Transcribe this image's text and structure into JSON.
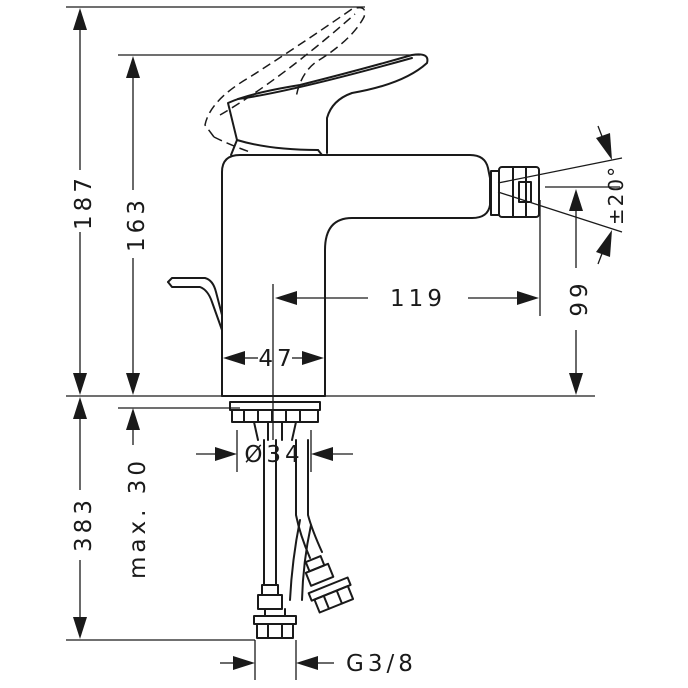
{
  "dimensions": {
    "total_height": "187",
    "spout_height": "163",
    "spout_reach": "119",
    "outlet_height": "99",
    "body_width": "47",
    "swivel_angle": "±20°",
    "mounting_hole": "Ø34",
    "max_thickness": "max. 30",
    "hose_length": "383",
    "connection": "G3/8"
  }
}
